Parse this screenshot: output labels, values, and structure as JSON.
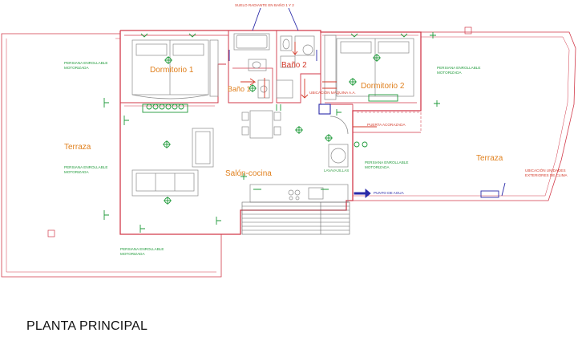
{
  "title": "PLANTA PRINCIPAL",
  "rooms": {
    "dormitorio_1": "Dormitorio 1",
    "dormitorio_2": "Dormitorio 2",
    "bano_1": "Baño 1",
    "bano_2": "Baño 2",
    "salon_cocina": "Salón-cocina",
    "terraza_left": "Terraza",
    "terraza_right": "Terraza"
  },
  "annotations": {
    "suelo_radiante": "SUELO RADIANTE EN BAÑO 1 Y 2",
    "persiana_label_line1": "PERSIANA ENROLLABLE",
    "persiana_label_line2": "MOTORIZADA",
    "ubicacion_maquina": "UBICACIÓN MÁQUINA A.A.",
    "puerta_acorazada": "PUERTA ACORAZADA",
    "punto_agua": "PUNTO DE AGUA",
    "ubicacion_unidades_line1": "UBICACIÓN UNIDADES",
    "ubicacion_unidades_line2": "EXTERIORES DE CLIMA",
    "lavavajillas": "LAVAVAJILLAS"
  },
  "colors": {
    "wall": "#d23a4a",
    "furniture": "#8a8a8a",
    "electric": "#1f9a3a",
    "annotation_red": "#d43a2a",
    "room_label": "#e0801e",
    "annotation_blue": "#2a2aa8",
    "terrace": "#3aa04a"
  }
}
